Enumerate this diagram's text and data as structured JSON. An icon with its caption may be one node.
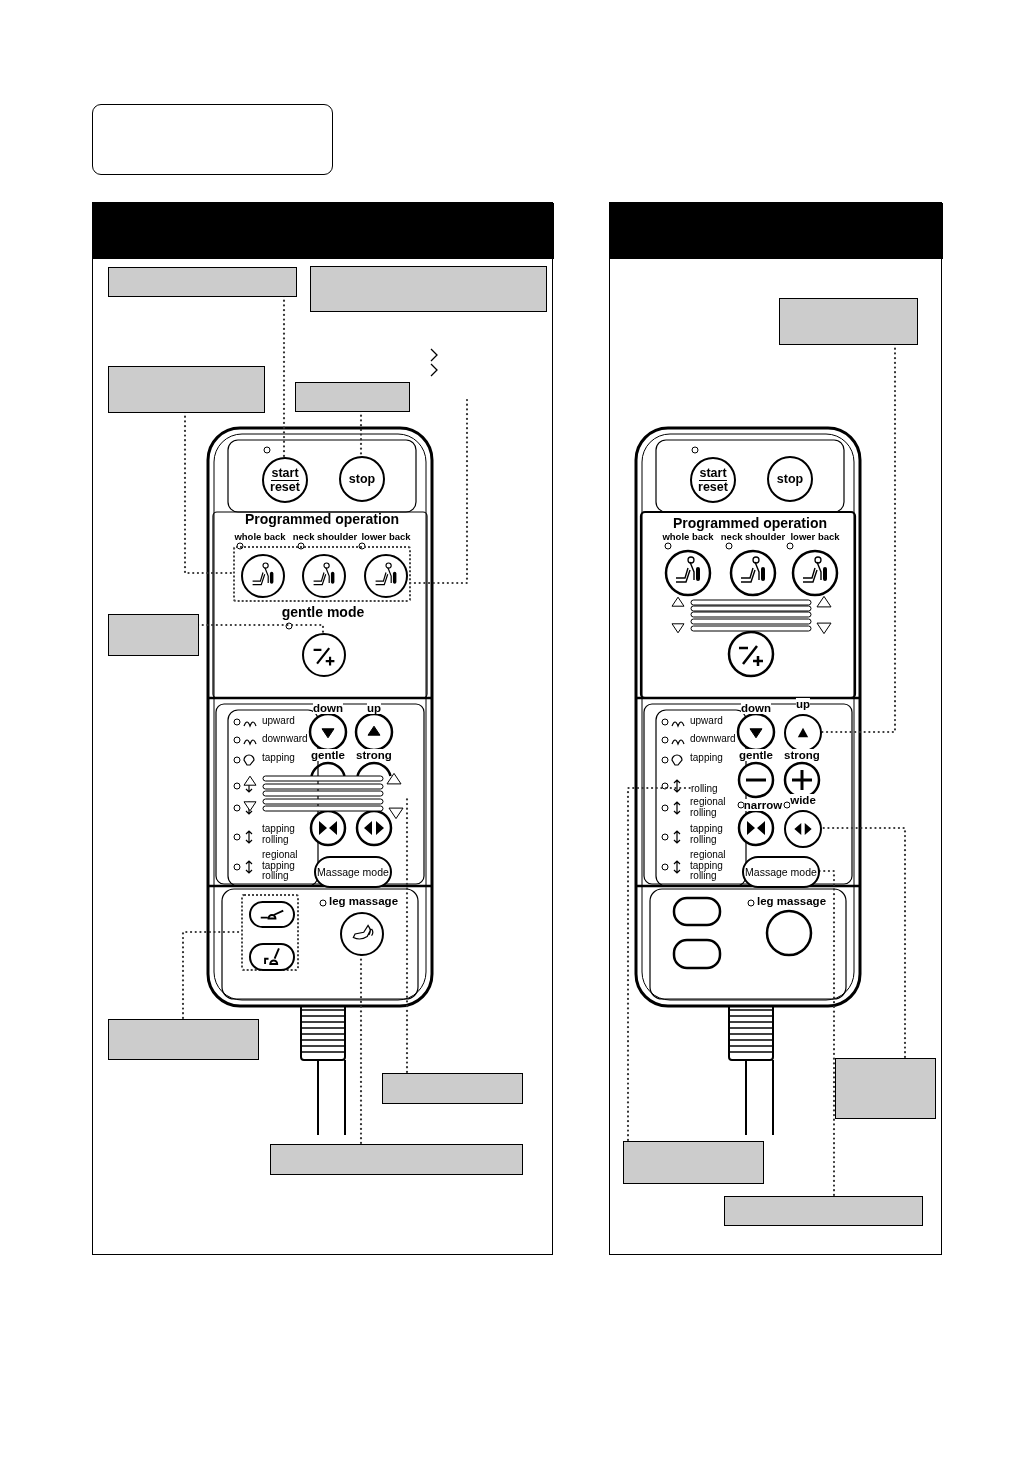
{
  "diagram": {
    "nodes": [
      {
        "text": [],
        "shape": "box"
      },
      {
        "text": [],
        "shape": "box"
      },
      {
        "text": [],
        "shape": "bar",
        "in": 1
      },
      {
        "text": [],
        "shape": "box",
        "in": 1
      },
      {
        "text": [],
        "shape": "box",
        "in": 1
      },
      {
        "text": [],
        "shape": "box",
        "in": 1
      },
      {
        "text": [],
        "shape": "box",
        "in": 1
      },
      {
        "text": [],
        "shape": "box",
        "in": 1
      },
      {
        "text": [],
        "shape": "box",
        "in": 1
      },
      {
        "text": [],
        "shape": "box",
        "in": 1
      },
      {
        "text": [],
        "shape": "box",
        "in": 1
      },
      {
        "text": [
          "start",
          "reset"
        ],
        "in": 1
      },
      {
        "text": [
          "stop"
        ],
        "in": 1
      },
      {
        "text": [],
        "shape": "box",
        "in": 1
      },
      {
        "text": [],
        "shape": "circle",
        "in": 13
      },
      {
        "text": [],
        "shape": "circle",
        "in": 13
      },
      {
        "text": [],
        "shape": "circle",
        "in": 13
      },
      {
        "text": [],
        "shape": "circle",
        "in": 1
      },
      {
        "text": [
          "Massage mode"
        ],
        "in": 1
      },
      {
        "text": [],
        "shape": "box",
        "in": 1
      },
      {
        "text": [],
        "shape": "box",
        "in": 19
      },
      {
        "text": [],
        "shape": "box",
        "in": 19
      },
      {
        "text": [],
        "shape": "circle",
        "in": 1
      },
      {
        "text": [],
        "shape": "box"
      },
      {
        "text": [],
        "shape": "bar",
        "in": 23
      },
      {
        "text": [],
        "shape": "box",
        "in": 23
      },
      {
        "text": [],
        "shape": "box",
        "in": 23
      },
      {
        "text": [],
        "shape": "box",
        "in": 23
      },
      {
        "text": [],
        "shape": "box",
        "in": 23
      },
      {
        "text": [
          "start",
          "reset"
        ],
        "in": 23
      },
      {
        "text": [
          "stop"
        ],
        "in": 23
      },
      {
        "text": [],
        "shape": "circle",
        "in": 23,
        "beside": [
          "up"
        ]
      },
      {
        "text": [],
        "shape": "circle",
        "in": 23,
        "beside": [
          "wide"
        ]
      },
      {
        "text": [
          "Massage mode"
        ],
        "in": 23
      },
      {
        "text": [
          "rolling"
        ],
        "in": 23
      }
    ],
    "edges": [
      {
        "from": 3,
        "to": 11,
        "arrow": "none"
      },
      {
        "from": 5,
        "to": 13,
        "arrow": "none"
      },
      {
        "from": null,
        "to": 13,
        "arrow": "none"
      },
      {
        "from": 6,
        "to": 12,
        "arrow": "none"
      },
      {
        "from": 7,
        "to": 17,
        "arrow": "none"
      },
      {
        "from": 8,
        "to": 19,
        "arrow": "none"
      },
      {
        "from": 9,
        "to": null,
        "arrow": "none"
      },
      {
        "from": 10,
        "to": 22,
        "arrow": "none"
      },
      {
        "from": 25,
        "to": 31,
        "arrow": "none"
      },
      {
        "from": 26,
        "to": 32,
        "arrow": "none"
      },
      {
        "from": 27,
        "to": 34,
        "arrow": "none"
      },
      {
        "from": 28,
        "to": 33,
        "arrow": "none"
      }
    ],
    "labels": [
      "Programmed operation",
      "whole back",
      "neck shoulder",
      "lower back",
      "gentle mode",
      "down",
      "up",
      "upward",
      "downward",
      "tapping",
      "gentle",
      "strong",
      "tapping rolling",
      "regional tapping rolling",
      "leg massage",
      "Programmed operation",
      "whole back",
      "neck shoulder",
      "lower back",
      "down",
      "upward",
      "downward",
      "tapping",
      "gentle",
      "strong",
      "regional rolling",
      "narrow",
      "tapping rolling",
      "regional tapping rolling",
      "leg massage"
    ]
  }
}
